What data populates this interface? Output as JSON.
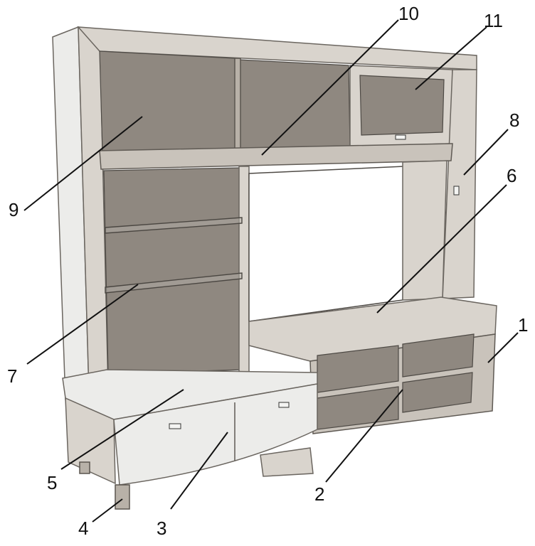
{
  "labels": {
    "l1": "1",
    "l2": "2",
    "l3": "3",
    "l4": "4",
    "l5": "5",
    "l6": "6",
    "l7": "7",
    "l8": "8",
    "l9": "9",
    "l10": "10",
    "l11": "11"
  },
  "colors": {
    "wood": "#d9d4cd",
    "cavity": "#8f8880",
    "background": "#ffffff"
  }
}
